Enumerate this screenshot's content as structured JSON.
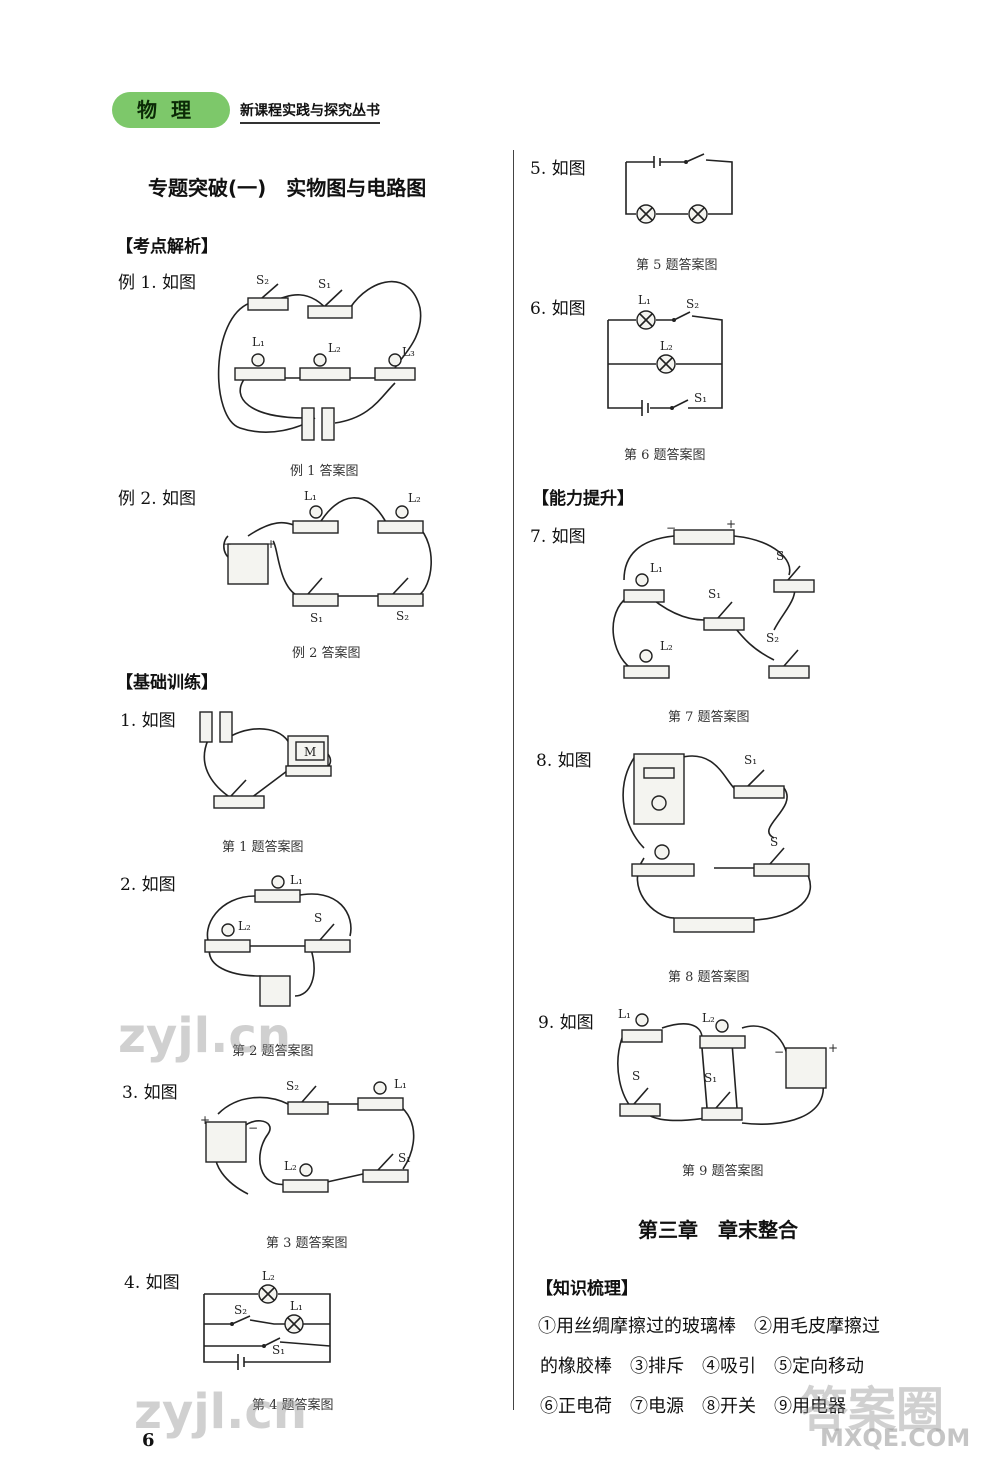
{
  "header": {
    "subject": "物理",
    "series": "新课程实践与探究丛书"
  },
  "left": {
    "title": "专题突破(一)　实物图与电路图",
    "section1": "【考点解析】",
    "ex1": {
      "label": "例 1. 如图",
      "caption": "例 1 答案图"
    },
    "ex2": {
      "label": "例 2. 如图",
      "caption": "例 2 答案图"
    },
    "section2": "【基础训练】",
    "q1": {
      "label": "1. 如图",
      "caption": "第 1 题答案图"
    },
    "q2": {
      "label": "2. 如图",
      "caption": "第 2 题答案图"
    },
    "q3": {
      "label": "3. 如图",
      "caption": "第 3 题答案图"
    },
    "q4": {
      "label": "4. 如图",
      "caption": "第 4 题答案图"
    }
  },
  "right": {
    "q5": {
      "label": "5. 如图",
      "caption": "第 5 题答案图"
    },
    "q6": {
      "label": "6. 如图",
      "caption": "第 6 题答案图"
    },
    "section3": "【能力提升】",
    "q7": {
      "label": "7. 如图",
      "caption": "第 7 题答案图"
    },
    "q8": {
      "label": "8. 如图",
      "caption": "第 8 题答案图"
    },
    "q9": {
      "label": "9. 如图",
      "caption": "第 9 题答案图"
    },
    "chapter_title": "第三章　章末整合",
    "section4": "【知识梳理】",
    "lines": [
      "①用丝绸摩擦过的玻璃棒　②用毛皮摩擦过",
      "的橡胶棒　③排斥　④吸引　⑤定向移动",
      "⑥正电荷　⑦电源　⑧开关　⑨用电器"
    ]
  },
  "labels": {
    "S": "S",
    "S1": "S₁",
    "S2": "S₂",
    "L1": "L₁",
    "L2": "L₂",
    "L3": "L₃",
    "M": "M",
    "plus": "+",
    "minus": "−"
  },
  "watermarks": {
    "w1": "zyjl.cn",
    "w2": "zyjl.cn",
    "w3": "答案圈",
    "w4": "MXQE.COM"
  },
  "page_number": "6"
}
